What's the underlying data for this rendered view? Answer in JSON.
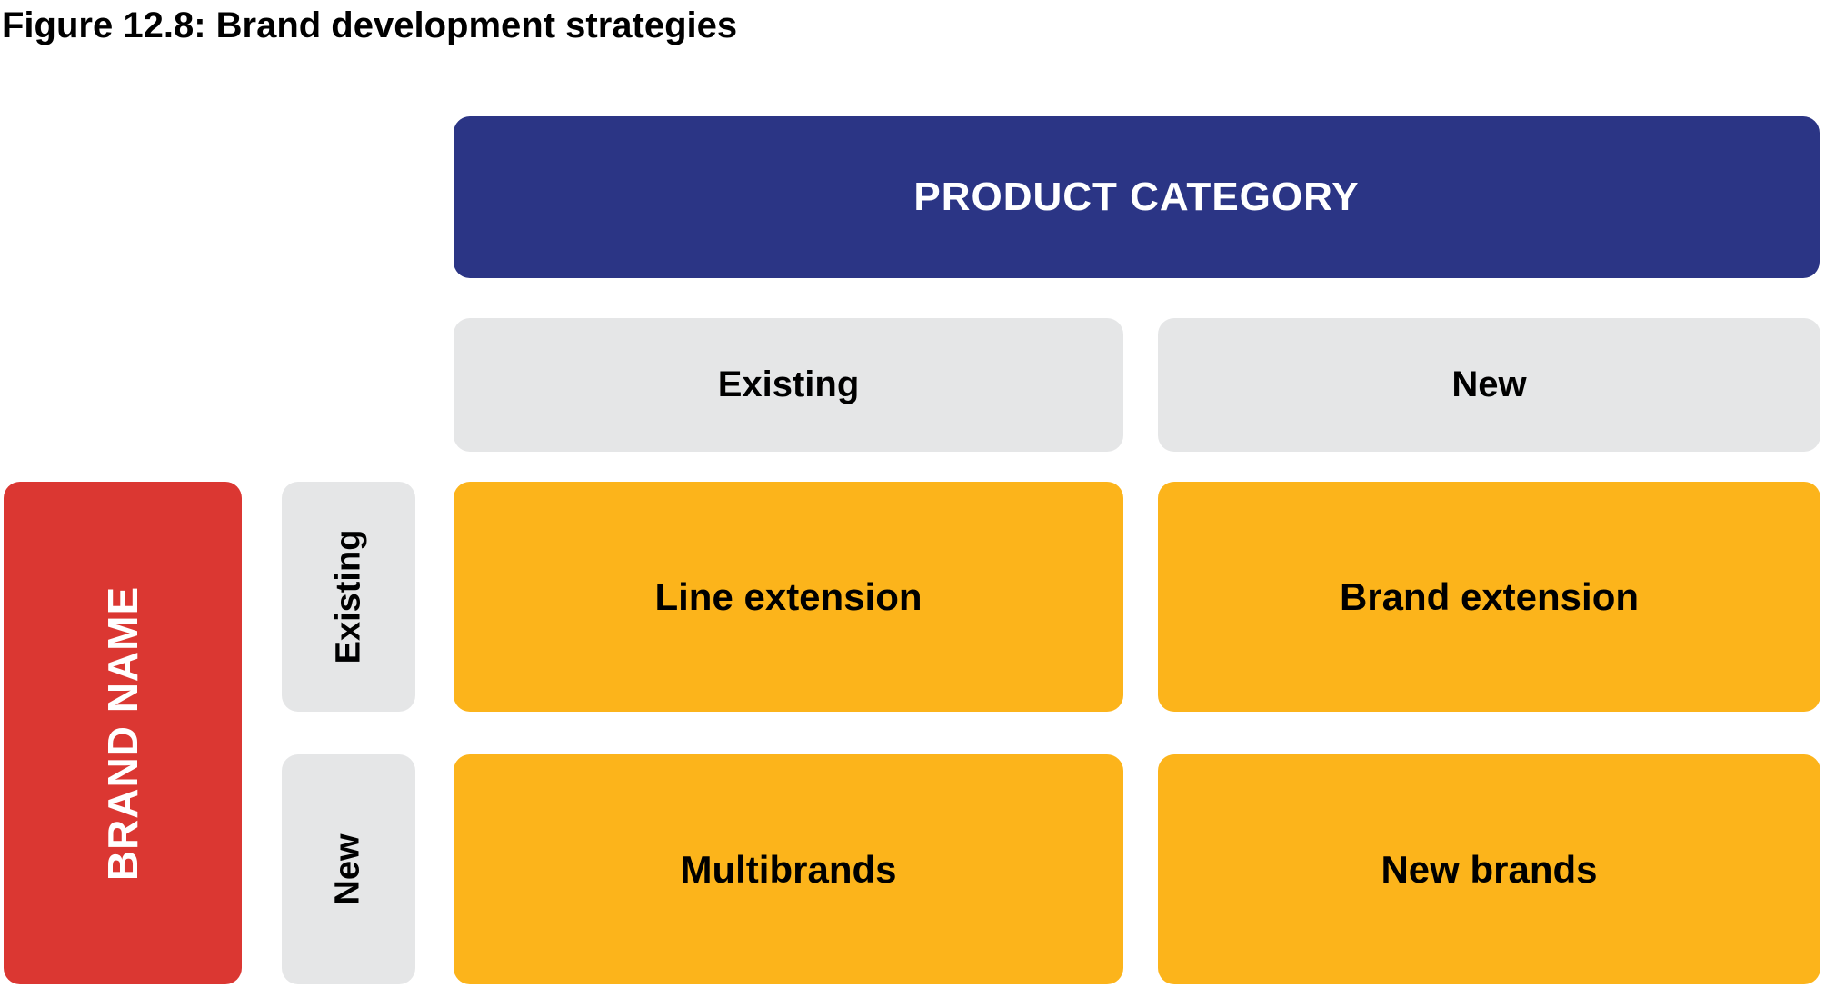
{
  "theme": {
    "axis-blue": "#2B3585",
    "axis-red": "#DB3732",
    "cell-orange": "#FCB41B",
    "header-gray": "#E5E6E7",
    "text-dark": "#000000",
    "text-light": "#FFFFFF"
  },
  "figure": {
    "title": "Figure 12.8: Brand development strategies"
  },
  "matrix": {
    "column_axis": {
      "label": "PRODUCT CATEGORY"
    },
    "row_axis": {
      "label": "BRAND NAME"
    },
    "column_headers": [
      {
        "label": "Existing"
      },
      {
        "label": "New"
      }
    ],
    "row_headers": [
      {
        "label": "Existing"
      },
      {
        "label": "New"
      }
    ],
    "cells": [
      {
        "row": "Existing",
        "column": "Existing",
        "label": "Line extension"
      },
      {
        "row": "Existing",
        "column": "New",
        "label": "Brand extension"
      },
      {
        "row": "New",
        "column": "Existing",
        "label": "Multibrands"
      },
      {
        "row": "New",
        "column": "New",
        "label": "New brands"
      }
    ]
  }
}
